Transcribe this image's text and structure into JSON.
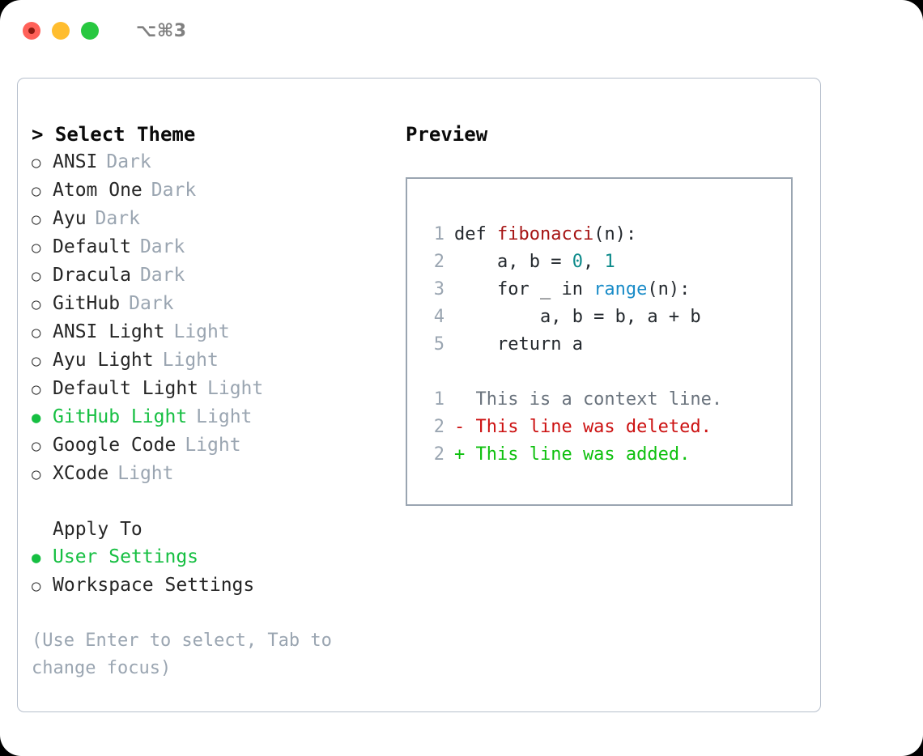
{
  "titlebar": {
    "shortcut": "⌥⌘3",
    "buttons": {
      "close": "close",
      "minimize": "minimize",
      "maximize": "maximize"
    }
  },
  "theme_picker": {
    "header": "> Select Theme",
    "marker_selected": "●",
    "marker_unselected": "○",
    "items": [
      {
        "label": "ANSI",
        "variant": "Dark",
        "selected": false
      },
      {
        "label": "Atom One",
        "variant": "Dark",
        "selected": false
      },
      {
        "label": "Ayu",
        "variant": "Dark",
        "selected": false
      },
      {
        "label": "Default",
        "variant": "Dark",
        "selected": false
      },
      {
        "label": "Dracula",
        "variant": "Dark",
        "selected": false
      },
      {
        "label": "GitHub",
        "variant": "Dark",
        "selected": false
      },
      {
        "label": "ANSI Light",
        "variant": "Light",
        "selected": false
      },
      {
        "label": "Ayu Light",
        "variant": "Light",
        "selected": false
      },
      {
        "label": "Default Light",
        "variant": "Light",
        "selected": false
      },
      {
        "label": "GitHub Light",
        "variant": "Light",
        "selected": true
      },
      {
        "label": "Google Code",
        "variant": "Light",
        "selected": false
      },
      {
        "label": "XCode",
        "variant": "Light",
        "selected": false
      }
    ]
  },
  "apply_to": {
    "header": "Apply To",
    "items": [
      {
        "label": "User Settings",
        "selected": true
      },
      {
        "label": "Workspace Settings",
        "selected": false
      }
    ]
  },
  "hint": {
    "line1": "(Use Enter to select, Tab to",
    "line2": "change focus)"
  },
  "preview": {
    "header": "Preview",
    "code_lines": [
      {
        "number": "1",
        "tokens": [
          {
            "text": "def ",
            "type": "plain"
          },
          {
            "text": "fibonacci",
            "type": "fn"
          },
          {
            "text": "(n):",
            "type": "plain"
          }
        ]
      },
      {
        "number": "2",
        "tokens": [
          {
            "text": "    a, b = ",
            "type": "plain"
          },
          {
            "text": "0",
            "type": "num"
          },
          {
            "text": ", ",
            "type": "plain"
          },
          {
            "text": "1",
            "type": "num"
          }
        ]
      },
      {
        "number": "3",
        "tokens": [
          {
            "text": "    for _ in ",
            "type": "plain"
          },
          {
            "text": "range",
            "type": "call"
          },
          {
            "text": "(n):",
            "type": "plain"
          }
        ]
      },
      {
        "number": "4",
        "tokens": [
          {
            "text": "        a, b = b, a + b",
            "type": "plain"
          }
        ]
      },
      {
        "number": "5",
        "tokens": [
          {
            "text": "    return a",
            "type": "plain"
          }
        ]
      }
    ],
    "diff_lines": [
      {
        "number": "1",
        "text": "  This is a context line.",
        "type": "context"
      },
      {
        "number": "2",
        "text": "- This line was deleted.",
        "type": "del"
      },
      {
        "number": "2",
        "text": "+ This line was added.",
        "type": "add"
      }
    ]
  },
  "colors": {
    "selection_green": "#16bf42",
    "diff_add_green": "#0ec00e",
    "diff_del_red": "#cc1111",
    "function_red": "#a61414",
    "number_teal": "#0c8a8a",
    "call_blue": "#1a8cc8",
    "muted_gray": "#9aa5b1",
    "border_gray": "#b6bfcc",
    "traffic_red": "#ff6159",
    "traffic_yellow": "#ffbd2e",
    "traffic_green": "#28c840"
  }
}
